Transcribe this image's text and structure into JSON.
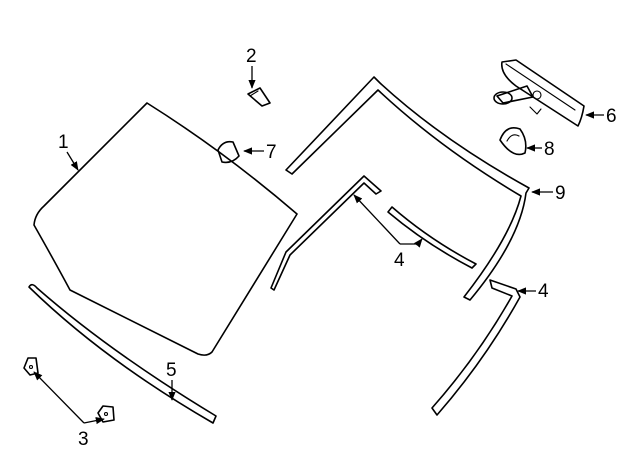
{
  "callouts": {
    "c1": "1",
    "c2": "2",
    "c3": "3",
    "c4a": "4",
    "c4b": "4",
    "c5": "5",
    "c6": "6",
    "c7": "7",
    "c8": "8",
    "c9": "9"
  },
  "colors": {
    "line": "#000000",
    "background": "#ffffff",
    "part_fill": "#d9d9d9"
  }
}
